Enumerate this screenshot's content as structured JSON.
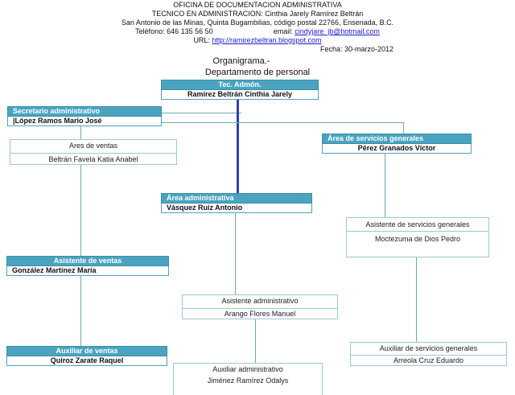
{
  "header": {
    "line1": "OFICINA DE DOCUMENTACION ADMINISTRATIVA",
    "line2": "TECNICO EN ADMINISTRACION: Cinthia Jarely Ramírez Beltrán",
    "line3": "San Antonio de las Minas, Quinta Bugambilias, código postal 22766, Ensenada, B.C.",
    "phone_label": "Teléfono: 646 135 56 50",
    "email_label": "email:",
    "email": "cindyjare_jb@hotmail.com",
    "url_label": "URL:",
    "url": "http://ramirezbeltran.blogspot.com",
    "date": "Fecha: 30-marzo-2012"
  },
  "chart_title": "Organigrama.-",
  "department": "Departamento de personal",
  "nodes": {
    "tec_admon": {
      "title": "Tec.  Admón.",
      "name": "Ramírez Beltrán Cinthia Jarely"
    },
    "secretario": {
      "title": "Secretario administrativo",
      "name": "|López Ramos Mario José"
    },
    "ventas": {
      "title": "Ares de ventas",
      "name": "Beltrán Favela Katia Anabel"
    },
    "servicios": {
      "title": "Área de servicios generales",
      "name": "Pérez Granados Víctor"
    },
    "administrativa": {
      "title": "Área administrativa",
      "name": "Vásquez Ruiz Antonio"
    },
    "asist_servicios": {
      "title": "Asistente de servicios generales",
      "name": "Moctezuma de Dios Pedro"
    },
    "asist_ventas": {
      "title": "Asistente de ventas",
      "name": "González Martínez María"
    },
    "asist_admin": {
      "title": "Asistente administrativo",
      "name": "Arango Flores Manuel"
    },
    "aux_ventas": {
      "title": "Auxiliar de ventas",
      "name": "Quiroz Zarate Raquel"
    },
    "aux_servicios": {
      "title": "Auxiliar de servicios generales",
      "name": "Arreola Cruz Eduardo"
    },
    "aux_admin": {
      "title": "Auxiliar administrativo",
      "name": "Jiménez Ramírez Odalys"
    }
  },
  "colors": {
    "header_fill": "#4aa4c0",
    "connector": "#6fa8b8",
    "main_connector": "#2b3fbf",
    "link": "#1a1ad0"
  }
}
